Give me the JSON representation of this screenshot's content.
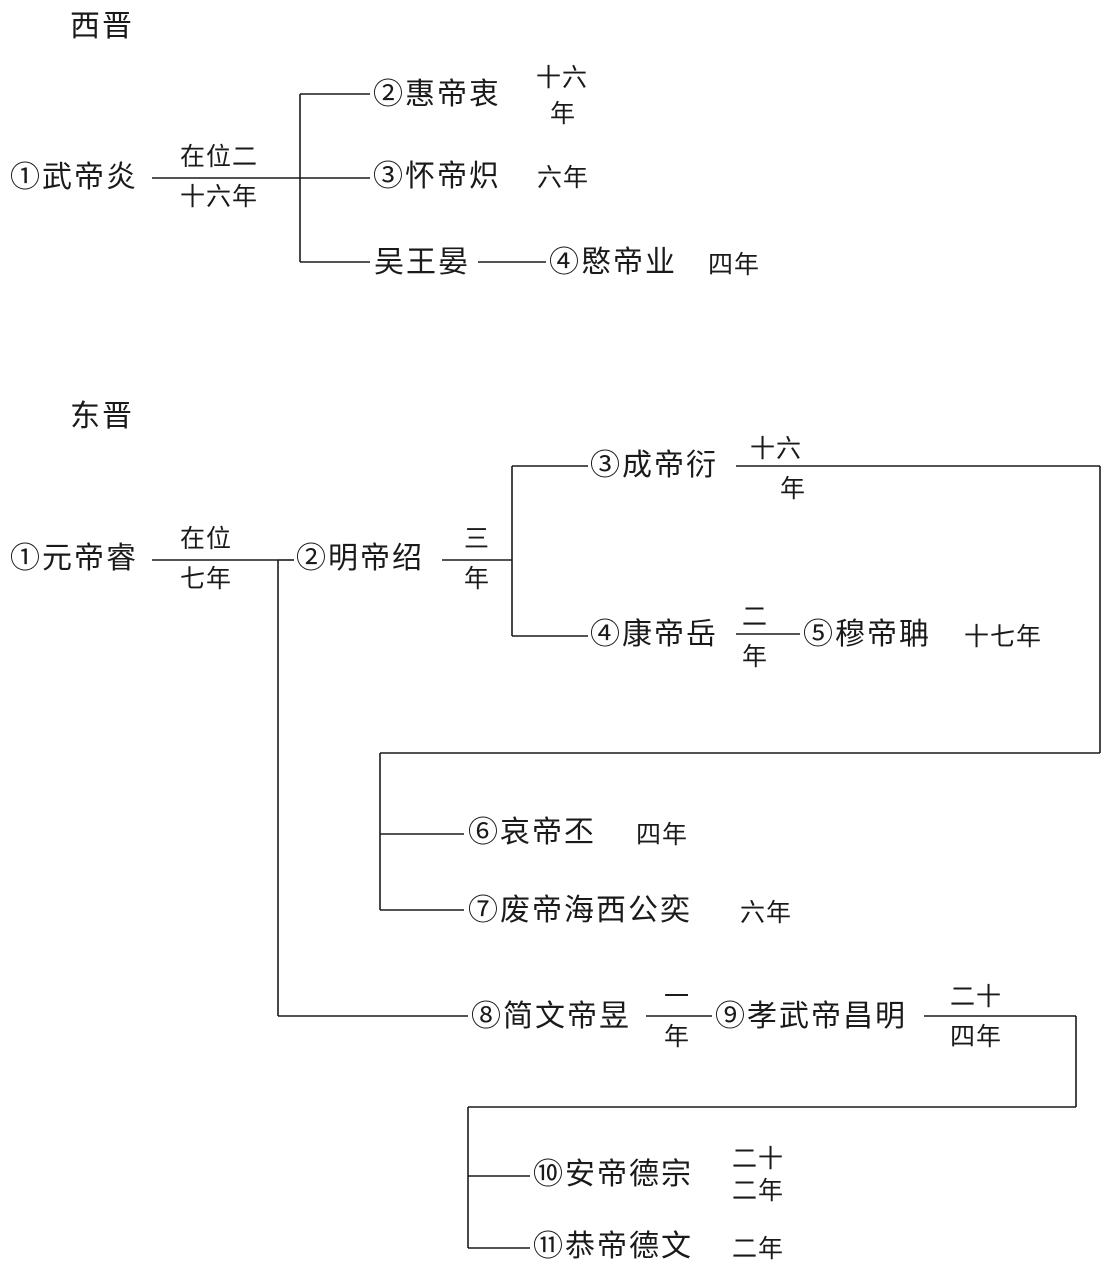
{
  "western_jin": {
    "title": "西晋",
    "wudi": {
      "name": "①武帝炎",
      "reign_1": "在位二",
      "reign_2": "十六年"
    },
    "huidi": {
      "name": "②惠帝衷",
      "reign_1": "十六",
      "reign_2": "年"
    },
    "huaidi": {
      "name": "③怀帝炽",
      "reign": "六年"
    },
    "wuwang": {
      "name": "吴王晏"
    },
    "mindi": {
      "name": "④愍帝业",
      "reign": "四年"
    }
  },
  "eastern_jin": {
    "title": "东晋",
    "yuandi": {
      "name": "①元帝睿",
      "reign_1": "在位",
      "reign_2": "七年"
    },
    "mingdi": {
      "name": "②明帝绍",
      "reign_1": "三",
      "reign_2": "年"
    },
    "chengdi": {
      "name": "③成帝衍",
      "reign_1": "十六",
      "reign_2": "年"
    },
    "kangdi": {
      "name": "④康帝岳",
      "reign_1": "二",
      "reign_2": "年"
    },
    "mudi": {
      "name": "⑤穆帝聃",
      "reign": "十七年"
    },
    "aidi": {
      "name": "⑥哀帝丕",
      "reign": "四年"
    },
    "feidi": {
      "name": "⑦废帝海西公奕",
      "reign": "六年"
    },
    "jianwendi": {
      "name": "⑧简文帝昱",
      "reign_1": "一",
      "reign_2": "年"
    },
    "xiaowudi": {
      "name": "⑨孝武帝昌明",
      "reign_1": "二十",
      "reign_2": "四年"
    },
    "andi": {
      "name": "⑩安帝德宗",
      "reign_1": "二十",
      "reign_2": "二年"
    },
    "gongdi": {
      "name": "⑪恭帝德文",
      "reign": "二年"
    }
  }
}
